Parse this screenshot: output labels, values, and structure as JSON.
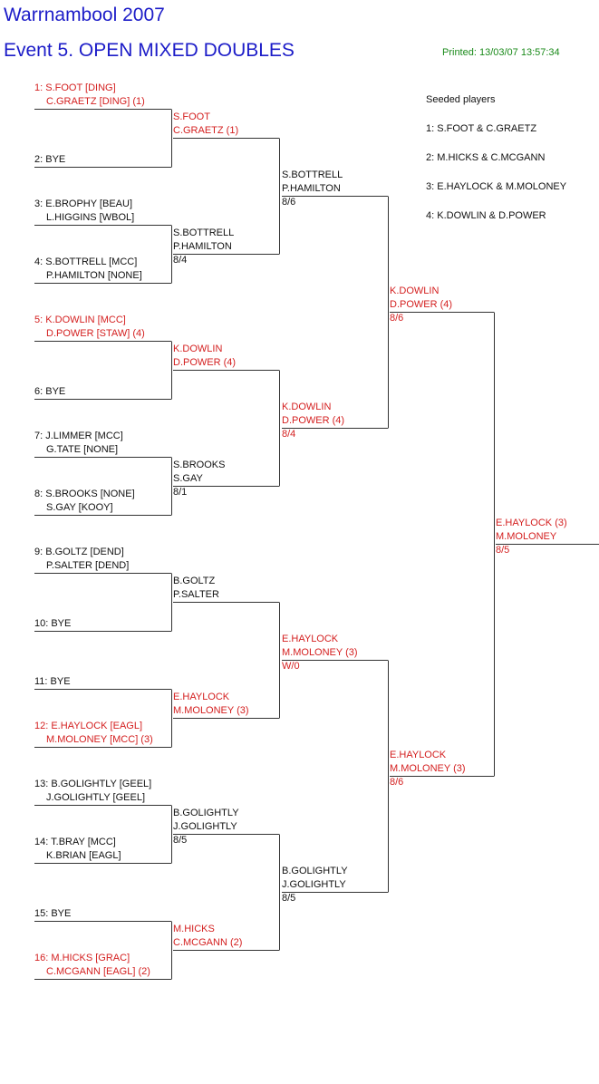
{
  "header": {
    "title": "Warrnambool 2007",
    "event": "Event 5. OPEN MIXED DOUBLES",
    "printed": "Printed: 13/03/07 13:57:34"
  },
  "seeded": {
    "title": "Seeded players",
    "items": [
      "1: S.FOOT & C.GRAETZ",
      "2: M.HICKS & C.MCGANN",
      "3: E.HAYLOCK & M.MOLONEY",
      "4: K.DOWLIN & D.POWER"
    ]
  },
  "colors": {
    "title": "#1c1cc8",
    "seeded_red": "#d42020",
    "printed_green": "#1a8a1a",
    "line": "#333333"
  },
  "rounds": [
    [
      {
        "lines": [
          "1: S.FOOT [DING]",
          "C.GRAETZ [DING] (1)"
        ],
        "seeded": true
      },
      {
        "lines": [
          "2: BYE"
        ],
        "seeded": false
      },
      {
        "lines": [
          "3: E.BROPHY [BEAU]",
          "L.HIGGINS [WBOL]"
        ],
        "seeded": false
      },
      {
        "lines": [
          "4: S.BOTTRELL [MCC]",
          "P.HAMILTON [NONE]"
        ],
        "seeded": false
      },
      {
        "lines": [
          "5: K.DOWLIN [MCC]",
          "D.POWER [STAW] (4)"
        ],
        "seeded": true
      },
      {
        "lines": [
          "6: BYE"
        ],
        "seeded": false
      },
      {
        "lines": [
          "7: J.LIMMER [MCC]",
          "G.TATE [NONE]"
        ],
        "seeded": false
      },
      {
        "lines": [
          "8: S.BROOKS [NONE]",
          "S.GAY [KOOY]"
        ],
        "seeded": false
      },
      {
        "lines": [
          "9: B.GOLTZ [DEND]",
          "P.SALTER [DEND]"
        ],
        "seeded": false
      },
      {
        "lines": [
          "10: BYE"
        ],
        "seeded": false
      },
      {
        "lines": [
          "11: BYE"
        ],
        "seeded": false
      },
      {
        "lines": [
          "12: E.HAYLOCK [EAGL]",
          "M.MOLONEY [MCC] (3)"
        ],
        "seeded": true
      },
      {
        "lines": [
          "13: B.GOLIGHTLY [GEEL]",
          "J.GOLIGHTLY [GEEL]"
        ],
        "seeded": false
      },
      {
        "lines": [
          "14: T.BRAY [MCC]",
          "K.BRIAN [EAGL]"
        ],
        "seeded": false
      },
      {
        "lines": [
          "15: BYE"
        ],
        "seeded": false
      },
      {
        "lines": [
          "16: M.HICKS [GRAC]",
          "C.MCGANN [EAGL] (2)"
        ],
        "seeded": true
      }
    ],
    [
      {
        "lines": [
          "S.FOOT",
          "C.GRAETZ (1)"
        ],
        "score": "",
        "seeded": true
      },
      {
        "lines": [
          "S.BOTTRELL",
          "P.HAMILTON"
        ],
        "score": "8/4",
        "seeded": false
      },
      {
        "lines": [
          "K.DOWLIN",
          "D.POWER (4)"
        ],
        "score": "",
        "seeded": true
      },
      {
        "lines": [
          "S.BROOKS",
          "S.GAY"
        ],
        "score": "8/1",
        "seeded": false
      },
      {
        "lines": [
          "B.GOLTZ",
          "P.SALTER"
        ],
        "score": "",
        "seeded": false
      },
      {
        "lines": [
          "E.HAYLOCK",
          "M.MOLONEY (3)"
        ],
        "score": "",
        "seeded": true
      },
      {
        "lines": [
          "B.GOLIGHTLY",
          "J.GOLIGHTLY"
        ],
        "score": "8/5",
        "seeded": false
      },
      {
        "lines": [
          "M.HICKS",
          "C.MCGANN (2)"
        ],
        "score": "",
        "seeded": true
      }
    ],
    [
      {
        "lines": [
          "S.BOTTRELL",
          "P.HAMILTON"
        ],
        "score": "8/6",
        "seeded": false
      },
      {
        "lines": [
          "K.DOWLIN",
          "D.POWER (4)"
        ],
        "score": "8/4",
        "seeded": true
      },
      {
        "lines": [
          "E.HAYLOCK",
          "M.MOLONEY (3)"
        ],
        "score": "W/0",
        "seeded": true
      },
      {
        "lines": [
          "B.GOLIGHTLY",
          "J.GOLIGHTLY"
        ],
        "score": "8/5",
        "seeded": false
      }
    ],
    [
      {
        "lines": [
          "K.DOWLIN",
          "D.POWER (4)"
        ],
        "score": "8/6",
        "seeded": true
      },
      {
        "lines": [
          "E.HAYLOCK",
          "M.MOLONEY (3)"
        ],
        "score": "8/6",
        "seeded": true
      }
    ],
    [
      {
        "lines": [
          "E.HAYLOCK (3)",
          "M.MOLONEY"
        ],
        "score": "8/5",
        "seeded": true
      }
    ]
  ]
}
